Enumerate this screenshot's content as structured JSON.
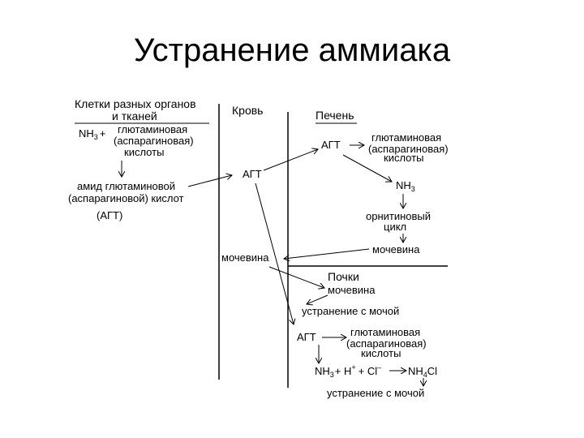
{
  "title": "Устранение аммиака",
  "columns": {
    "cells_header_line1": "Клетки разных органов",
    "cells_header_line2": "и тканей",
    "blood_header": "Кровь",
    "liver_header": "Печень",
    "kidneys_header": "Почки"
  },
  "cells": {
    "nh3_plus": "NH",
    "nh3_sub": "3",
    "plus_sign": "+",
    "acids_line1": "глютаминовая",
    "acids_line2": "(аспарагиновая)",
    "acids_line3": "кислоты",
    "amide_line1": "амид глютаминовой",
    "amide_line2": "(аспарагиновой) кислот",
    "amide_line3": "(АГТ)"
  },
  "blood": {
    "agt": "АГТ",
    "urea": "мочевина"
  },
  "liver": {
    "agt": "АГТ",
    "acids_line1": "глютаминовая",
    "acids_line2": "(аспарагиновая)",
    "acids_line3": "кислоты",
    "nh3": "NH",
    "nh3_sub": "3",
    "cycle_line1": "орнитиновый",
    "cycle_line2": "цикл",
    "urea": "мочевина"
  },
  "kidneys": {
    "urea": "мочевина",
    "excretion_1": "устранение с мочой",
    "agt": "АГТ",
    "acids_line1": "глютаминовая",
    "acids_line2": "(аспарагиновая)",
    "acids_line3": "кислоты",
    "eq_nh3": "NH",
    "eq_nh3_sub": "3",
    "eq_plus_h": "+ H",
    "eq_h_sup": "+",
    "eq_plus_cl": "+ Cl",
    "eq_cl_sup": "–",
    "eq_nh4": "NH",
    "eq_nh4_sub": "4",
    "eq_nh4cl_tail": "Cl",
    "excretion_2": "устранение с мочой"
  }
}
